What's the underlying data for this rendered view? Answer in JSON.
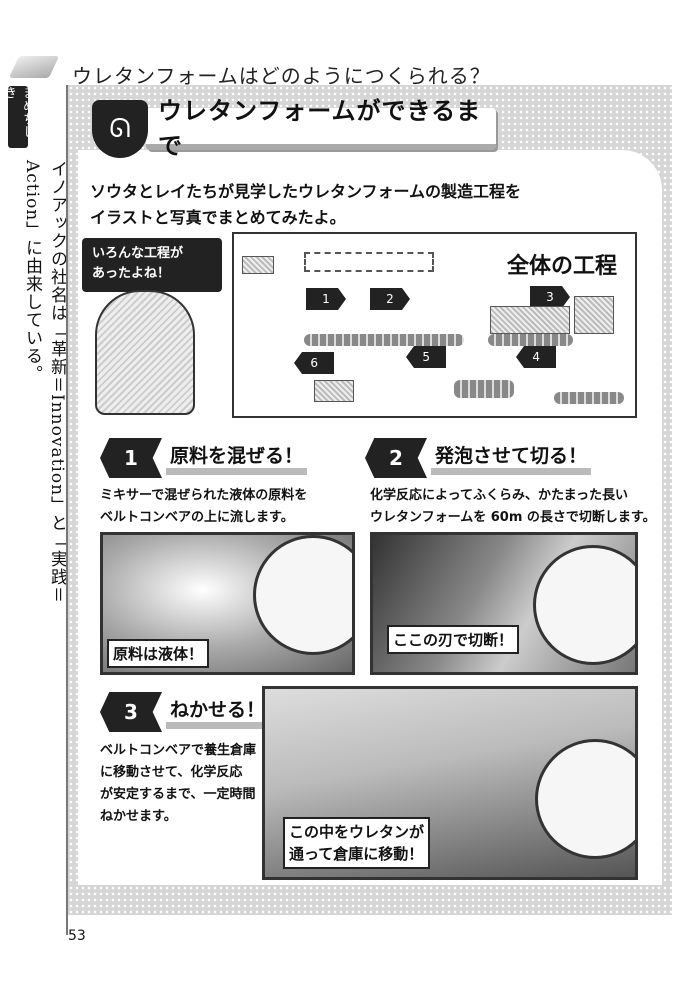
{
  "header": {
    "title": "ウレタンフォームはどのようにつくられる？"
  },
  "sidebar": {
    "label": "まめちしき",
    "note": "イノアックの社名は「革新＝Innovation」と「実践＝Action」に由来している。"
  },
  "banner": {
    "title": "ウレタンフォームができるまで"
  },
  "intro": {
    "line1": "ソウタとレイたちが見学したウレタンフォームの製造工程を",
    "line2": "イラストと写真でまとめてみたよ。"
  },
  "bubble": {
    "line1": "いろんな工程が",
    "line2": "あったよね！"
  },
  "diagram": {
    "title": "全体の工程",
    "steps": [
      "1",
      "2",
      "3",
      "4",
      "5",
      "6"
    ]
  },
  "sections": [
    {
      "num": "1",
      "title": "原料を混ぜる！",
      "line1": "ミキサーで混ぜられた液体の原料を",
      "line2": "ベルトコンベアの上に流します。",
      "caption": "原料は液体！"
    },
    {
      "num": "2",
      "title": "発泡させて切る！",
      "line1": "化学反応によってふくらみ、かたまった長い",
      "line2": "ウレタンフォームを 60m の長さで切断します。",
      "caption": "ここの刃で切断！"
    },
    {
      "num": "3",
      "title": "ねかせる！",
      "lines": [
        "ベルトコンベアで養生倉庫",
        "に移動させて、化学反応",
        "が安定するまで、一定時間",
        "ねかせます。"
      ],
      "caption1": "この中をウレタンが",
      "caption2": "通って倉庫に移動！"
    }
  ],
  "footer": {
    "page": "53"
  }
}
